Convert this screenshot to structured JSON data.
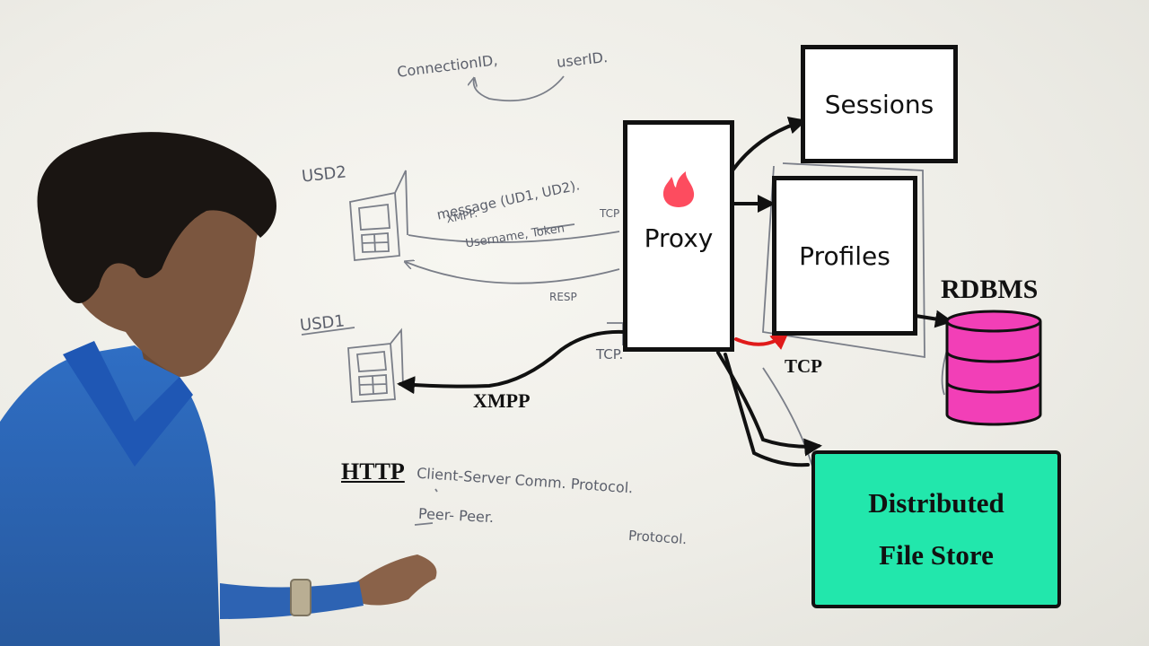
{
  "nodes": {
    "sessions": "Sessions",
    "proxy": "Proxy",
    "profiles": "Profiles",
    "rdbms": "RDBMS",
    "file_store_line1": "Distributed",
    "file_store_line2": "File Store"
  },
  "edge_labels": {
    "xmpp": "XMPP",
    "tcp": "TCP",
    "http": "HTTP"
  },
  "handwritten": {
    "connection_id": "ConnectionID,",
    "user_id": "userID.",
    "usd2": "USD2",
    "usd1": "USD1",
    "message": "message (UD1, UD2).",
    "xmpp_small": "XMPP.",
    "tcp_small": "TCP",
    "username_token": "Username, Token",
    "resp": "RESP",
    "tcp_lower": "TCP.",
    "client_server": "Client-Server Comm. Protocol.",
    "peer_peer": "Peer- Peer.",
    "protocol": "Protocol."
  },
  "colors": {
    "file_store_fill": "#22e7ac",
    "rdbms_fill": "#f23fb7",
    "tcp_arrow": "#e01a1a",
    "flame": "#fd4c5f"
  },
  "icons": [
    "tinder-flame-icon",
    "database-cylinder-icon",
    "phone-device-icon"
  ]
}
